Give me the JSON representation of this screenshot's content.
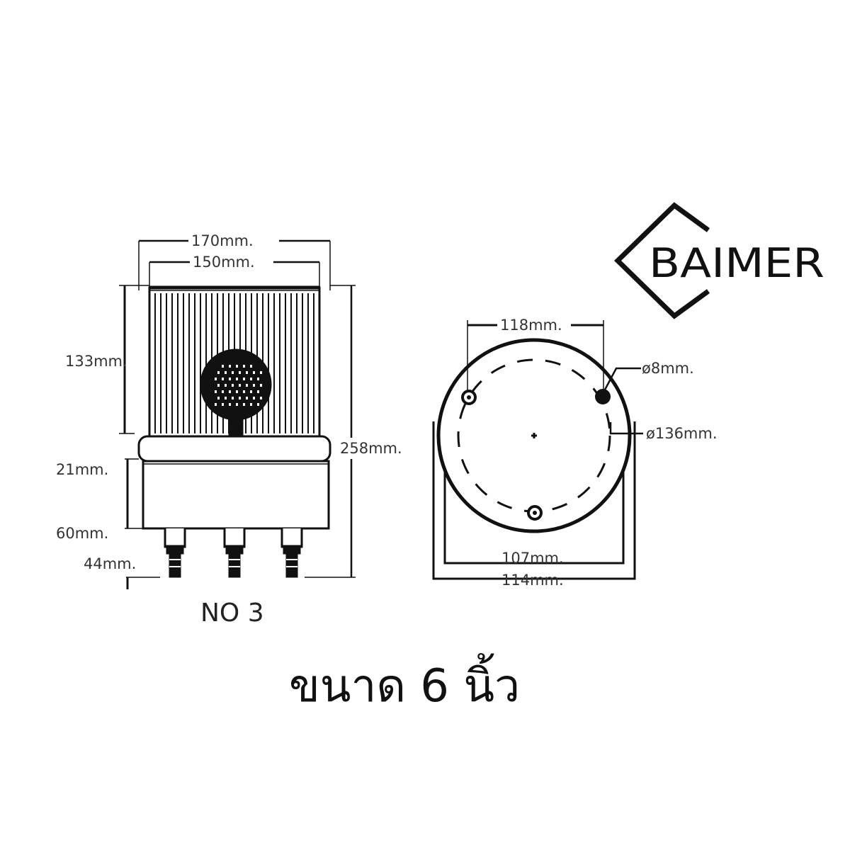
{
  "brand": {
    "name": "BAIMER"
  },
  "side_view": {
    "caption": "NO 3",
    "dims": {
      "width_outer": "170mm.",
      "width_lens": "150mm.",
      "lens_height": "133mm.",
      "total_height": "258mm.",
      "collar_height": "21mm.",
      "base_height": "60mm.",
      "terminal_length": "44mm."
    }
  },
  "top_view": {
    "dims": {
      "hole_spacing": "118mm.",
      "hole_diameter": "ø8mm.",
      "pitch_circle": "ø136mm.",
      "bracket_inner": "107mm.",
      "bracket_outer": "114mm."
    }
  },
  "size_label": "ขนาด 6 นิ้ว",
  "colors": {
    "line": "#111111",
    "text": "#333333"
  }
}
